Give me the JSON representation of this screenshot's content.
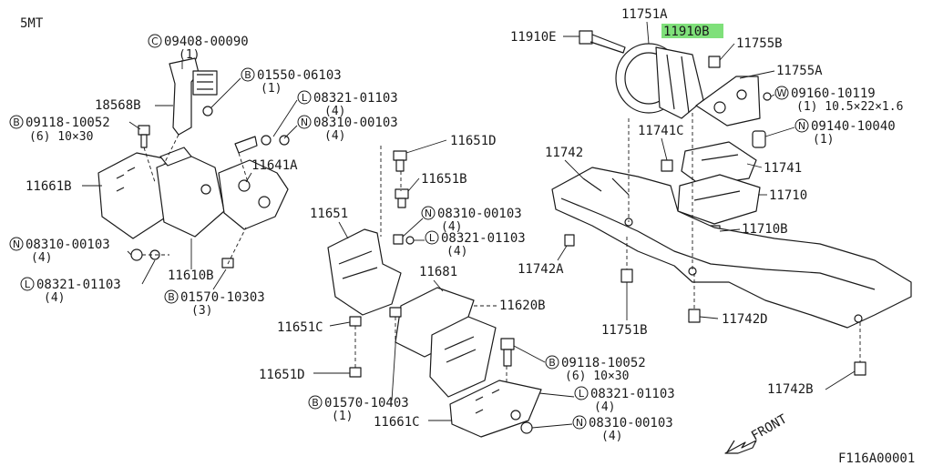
{
  "header": {
    "model": "5MT"
  },
  "footer": {
    "figure_code": "F116A00001"
  },
  "direction": {
    "label": "FRONT"
  },
  "highlight_color": "#7fe07a",
  "labels": {
    "p09408_00090": "09408-00090",
    "p09408_00090_q": "(1)",
    "p01550_06103": "01550-06103",
    "p01550_06103_q": "(1)",
    "p18568B": "18568B",
    "p08321_01103_a": "08321-01103",
    "p08321_01103_a_q": "(4)",
    "p09118_10052_a": "09118-10052",
    "p09118_10052_a_q": "(6) 10×30",
    "p08310_00103_a": "08310-00103",
    "p08310_00103_a_q": "(4)",
    "p11661B": "11661B",
    "p11641A": "11641A",
    "p08310_00103_b": "08310-00103",
    "p08310_00103_b_q": "(4)",
    "p08321_01103_b": "08321-01103",
    "p08321_01103_b_q": "(4)",
    "p11610B": "11610B",
    "p01570_10303": "01570-10303",
    "p01570_10303_q": "(3)",
    "p11651D_top": "11651D",
    "p11651B": "11651B",
    "p11651": "11651",
    "p08310_00103_c": "08310-00103",
    "p08310_00103_c_q": "(4)",
    "p08321_01103_c": "08321-01103",
    "p08321_01103_c_q": "(4)",
    "p11681": "11681",
    "p11620B": "11620B",
    "p11651C": "11651C",
    "p11651D_bot": "11651D",
    "p09118_10052_b": "09118-10052",
    "p09118_10052_b_q": "(6) 10×30",
    "p08321_01103_d": "08321-01103",
    "p08321_01103_d_q": "(4)",
    "p01570_10403": "01570-10403",
    "p01570_10403_q": "(1)",
    "p11661C": "11661C",
    "p08310_00103_d": "08310-00103",
    "p08310_00103_d_q": "(4)",
    "p11751A": "11751A",
    "p11910E": "11910E",
    "p11910B": "11910B",
    "p11755B": "11755B",
    "p11755A": "11755A",
    "p09160_10119": "09160-10119",
    "p09160_10119_q": "(1) 10.5×22×1.6",
    "p09140_10040": "09140-10040",
    "p09140_10040_q": "(1)",
    "p11741C": "11741C",
    "p11742_top": "11742",
    "p11741": "11741",
    "p11710": "11710",
    "p11710B": "11710B",
    "p11742A": "11742A",
    "p11751B": "11751B",
    "p11742D": "11742D",
    "p11742B": "11742B"
  },
  "prefix_letters": {
    "C": "C",
    "B": "B",
    "L": "L",
    "N": "N",
    "W": "W"
  }
}
